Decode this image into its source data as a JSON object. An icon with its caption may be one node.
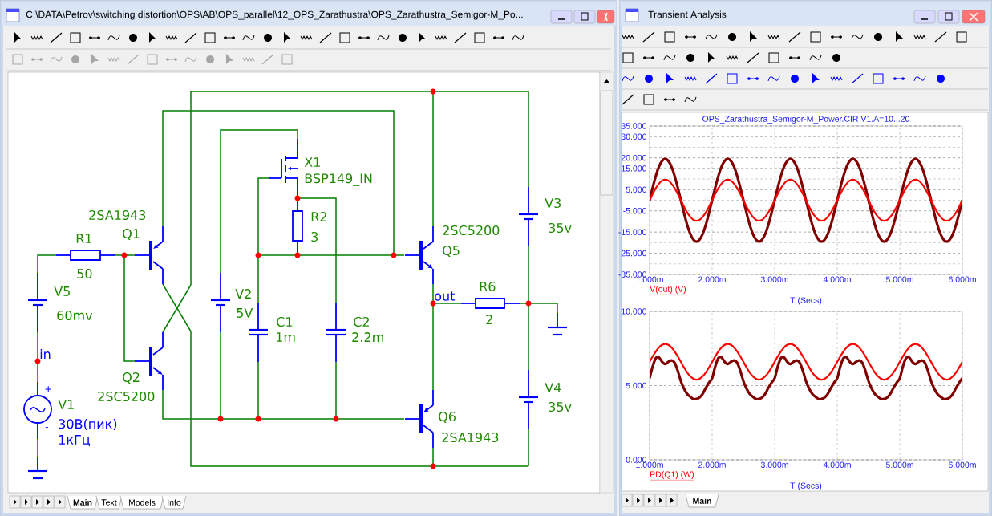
{
  "diagram": {
    "labels": [
      "C:\\DATA\\Petrov\\switching distortion\\OPS\\AB\\OPS_parallel\\12_OPS_Zarathustra\\OPS_Zarathustra_Semigor-M_Po...",
      "Transient Analysis",
      "R1",
      "50",
      "V5",
      "60mv",
      "in",
      "+",
      "V1",
      "-",
      "30В(пик)",
      "1кГц",
      "2SA1943",
      "Q1",
      "Q2",
      "2SC5200",
      "V2",
      "5V",
      "C1",
      "1m",
      "X1",
      "BSP149_IN",
      "R2",
      "3",
      "C2",
      "2.2m",
      "2SC5200",
      "Q5",
      "out",
      "R6",
      "2",
      "V3",
      "35v",
      "V4",
      "35v",
      "Q6",
      "2SA1943",
      "Main",
      "Text",
      "Models",
      "Info",
      "Main",
      "V(out) (V)",
      "PD(Q1) (W)"
    ],
    "chart_data": [
      {
        "type": "line",
        "title": "OPS_Zarathustra_Semigor-M_Power.CIR V1.A=10...20",
        "xlabel": "T (Secs)",
        "x": [
          1,
          1.05,
          1.1,
          1.15,
          1.2,
          1.25,
          1.3,
          1.35,
          1.4,
          1.45,
          1.5,
          1.55,
          1.6,
          1.65,
          1.7,
          1.75,
          1.8,
          1.85,
          1.9,
          1.95,
          2,
          2.05,
          2.1,
          2.15,
          2.2,
          2.25,
          2.3,
          2.35,
          2.4,
          2.45,
          2.5,
          2.55,
          2.6,
          2.65,
          2.7,
          2.75,
          2.8,
          2.85,
          2.9,
          2.95,
          3,
          3.05,
          3.1,
          3.15,
          3.2,
          3.25,
          3.3,
          3.35,
          3.4,
          3.45,
          3.5,
          3.55,
          3.6,
          3.65,
          3.7,
          3.75,
          3.8,
          3.85,
          3.9,
          3.95,
          4,
          4.05,
          4.1,
          4.15,
          4.2,
          4.25,
          4.3,
          4.35,
          4.4,
          4.45,
          4.5,
          4.55,
          4.6,
          4.65,
          4.7,
          4.75,
          4.8,
          4.85,
          4.9,
          4.95,
          5,
          5.05,
          5.1,
          5.15,
          5.2,
          5.25,
          5.3,
          5.35,
          5.4,
          5.45,
          5.5,
          5.55,
          5.6,
          5.65,
          5.7,
          5.75,
          5.8,
          5.85,
          5.9,
          5.95,
          6
        ],
        "series": [
          {
            "color": "#800000",
            "values": [
              0,
              6,
              11.5,
              15.8,
              18.5,
              19.5,
              18.5,
              15.8,
              11.5,
              6,
              0,
              -6,
              -11.5,
              -15.8,
              -18.5,
              -19.5,
              -18.5,
              -15.8,
              -11.5,
              -6,
              0,
              6,
              11.5,
              15.8,
              18.5,
              19.5,
              18.5,
              15.8,
              11.5,
              6,
              0,
              -6,
              -11.5,
              -15.8,
              -18.5,
              -19.5,
              -18.5,
              -15.8,
              -11.5,
              -6,
              0,
              6,
              11.5,
              15.8,
              18.5,
              19.5,
              18.5,
              15.8,
              11.5,
              6,
              0,
              -6,
              -11.5,
              -15.8,
              -18.5,
              -19.5,
              -18.5,
              -15.8,
              -11.5,
              -6,
              0,
              6,
              11.5,
              15.8,
              18.5,
              19.5,
              18.5,
              15.8,
              11.5,
              6,
              0,
              -6,
              -11.5,
              -15.8,
              -18.5,
              -19.5,
              -18.5,
              -15.8,
              -11.5,
              -6,
              0,
              6,
              11.5,
              15.8,
              18.5,
              19.5,
              18.5,
              15.8,
              11.5,
              6,
              0,
              -6,
              -11.5,
              -15.8,
              -18.5,
              -19.5,
              -18.5,
              -15.8,
              -11.5,
              -6,
              0
            ]
          },
          {
            "color": "#ff0000",
            "values": [
              0,
              3,
              5.7,
              7.8,
              9.2,
              9.7,
              9.2,
              7.8,
              5.7,
              3,
              0,
              -3,
              -5.7,
              -7.8,
              -9.2,
              -9.7,
              -9.2,
              -7.8,
              -5.7,
              -3,
              0,
              3,
              5.7,
              7.8,
              9.2,
              9.7,
              9.2,
              7.8,
              5.7,
              3,
              0,
              -3,
              -5.7,
              -7.8,
              -9.2,
              -9.7,
              -9.2,
              -7.8,
              -5.7,
              -3,
              0,
              3,
              5.7,
              7.8,
              9.2,
              9.7,
              9.2,
              7.8,
              5.7,
              3,
              0,
              -3,
              -5.7,
              -7.8,
              -9.2,
              -9.7,
              -9.2,
              -7.8,
              -5.7,
              -3,
              0,
              3,
              5.7,
              7.8,
              9.2,
              9.7,
              9.2,
              7.8,
              5.7,
              3,
              0,
              -3,
              -5.7,
              -7.8,
              -9.2,
              -9.7,
              -9.2,
              -7.8,
              -5.7,
              -3,
              0,
              3,
              5.7,
              7.8,
              9.2,
              9.7,
              9.2,
              7.8,
              5.7,
              3,
              0,
              -3,
              -5.7,
              -7.8,
              -9.2,
              -9.7,
              -9.2,
              -7.8,
              -5.7,
              -3,
              0
            ]
          }
        ],
        "xlim": [
          1,
          6
        ],
        "ylim": [
          -35,
          35
        ],
        "grid": true,
        "xticks": [
          {
            "value": 1,
            "label": "1.000m"
          },
          {
            "value": 2,
            "label": "2.000m"
          },
          {
            "value": 3,
            "label": "3.000m"
          },
          {
            "value": 4,
            "label": "4.000m"
          },
          {
            "value": 5,
            "label": "5.000m"
          },
          {
            "value": 6,
            "label": "6.000m"
          }
        ],
        "yticks": [
          {
            "value": 35,
            "label": "35.000"
          },
          {
            "value": 30,
            "label": "30.000"
          },
          {
            "value": 20,
            "label": "20.000"
          },
          {
            "value": 15,
            "label": "15.000"
          },
          {
            "value": 5,
            "label": "5.000"
          },
          {
            "value": -5,
            "label": "-5.000"
          },
          {
            "value": -15,
            "label": "-15.000"
          },
          {
            "value": -25,
            "label": "-25.000"
          },
          {
            "value": -35,
            "label": "-35.000"
          }
        ]
      },
      {
        "type": "line",
        "xlabel": "T (Secs)",
        "x": [
          1,
          1.05,
          1.1,
          1.15,
          1.2,
          1.25,
          1.3,
          1.35,
          1.4,
          1.45,
          1.5,
          1.55,
          1.6,
          1.65,
          1.7,
          1.75,
          1.8,
          1.85,
          1.9,
          1.95,
          2,
          2.05,
          2.1,
          2.15,
          2.2,
          2.25,
          2.3,
          2.35,
          2.4,
          2.45,
          2.5,
          2.55,
          2.6,
          2.65,
          2.7,
          2.75,
          2.8,
          2.85,
          2.9,
          2.95,
          3,
          3.05,
          3.1,
          3.15,
          3.2,
          3.25,
          3.3,
          3.35,
          3.4,
          3.45,
          3.5,
          3.55,
          3.6,
          3.65,
          3.7,
          3.75,
          3.8,
          3.85,
          3.9,
          3.95,
          4,
          4.05,
          4.1,
          4.15,
          4.2,
          4.25,
          4.3,
          4.35,
          4.4,
          4.45,
          4.5,
          4.55,
          4.6,
          4.65,
          4.7,
          4.75,
          4.8,
          4.85,
          4.9,
          4.95,
          5,
          5.05,
          5.1,
          5.15,
          5.2,
          5.25,
          5.3,
          5.35,
          5.4,
          5.45,
          5.5,
          5.55,
          5.6,
          5.65,
          5.7,
          5.75,
          5.8,
          5.85,
          5.9,
          5.95,
          6
        ],
        "series": [
          {
            "color": "#800000",
            "values": [
              5.5,
              6.3,
              6.85,
              6.9,
              6.6,
              6.45,
              6.6,
              6.7,
              6.55,
              6.0,
              5.3,
              4.8,
              4.45,
              4.25,
              4.1,
              4.1,
              4.2,
              4.45,
              4.85,
              5.2,
              5.5,
              6.3,
              6.85,
              6.9,
              6.6,
              6.45,
              6.6,
              6.7,
              6.55,
              6.0,
              5.3,
              4.8,
              4.45,
              4.25,
              4.1,
              4.1,
              4.2,
              4.45,
              4.85,
              5.2,
              5.5,
              6.3,
              6.85,
              6.9,
              6.6,
              6.45,
              6.6,
              6.7,
              6.55,
              6.0,
              5.3,
              4.8,
              4.45,
              4.25,
              4.1,
              4.1,
              4.2,
              4.45,
              4.85,
              5.2,
              5.5,
              6.3,
              6.85,
              6.9,
              6.6,
              6.45,
              6.6,
              6.7,
              6.55,
              6.0,
              5.3,
              4.8,
              4.45,
              4.25,
              4.1,
              4.1,
              4.2,
              4.45,
              4.85,
              5.2,
              5.5,
              6.3,
              6.85,
              6.9,
              6.6,
              6.45,
              6.6,
              6.7,
              6.55,
              6.0,
              5.3,
              4.8,
              4.45,
              4.25,
              4.1,
              4.1,
              4.2,
              4.45,
              4.85,
              5.2,
              5.5
            ]
          },
          {
            "color": "#ff0000",
            "values": [
              6.6,
              6.97,
              7.31,
              7.57,
              7.74,
              7.8,
              7.74,
              7.57,
              7.31,
              6.97,
              6.6,
              6.23,
              5.89,
              5.63,
              5.46,
              5.4,
              5.46,
              5.63,
              5.89,
              6.23,
              6.6,
              6.97,
              7.31,
              7.57,
              7.74,
              7.8,
              7.74,
              7.57,
              7.31,
              6.97,
              6.6,
              6.23,
              5.89,
              5.63,
              5.46,
              5.4,
              5.46,
              5.63,
              5.89,
              6.23,
              6.6,
              6.97,
              7.31,
              7.57,
              7.74,
              7.8,
              7.74,
              7.57,
              7.31,
              6.97,
              6.6,
              6.23,
              5.89,
              5.63,
              5.46,
              5.4,
              5.46,
              5.63,
              5.89,
              6.23,
              6.6,
              6.97,
              7.31,
              7.57,
              7.74,
              7.8,
              7.74,
              7.57,
              7.31,
              6.97,
              6.6,
              6.23,
              5.89,
              5.63,
              5.46,
              5.4,
              5.46,
              5.63,
              5.89,
              6.23,
              6.6,
              6.97,
              7.31,
              7.57,
              7.74,
              7.8,
              7.74,
              7.57,
              7.31,
              6.97,
              6.6,
              6.23,
              5.89,
              5.63,
              5.46,
              5.4,
              5.46,
              5.63,
              5.89,
              6.23,
              6.6
            ]
          }
        ],
        "xlim": [
          1,
          6
        ],
        "ylim": [
          0,
          10
        ],
        "grid": true,
        "xticks": [
          {
            "value": 1,
            "label": "1.000m"
          },
          {
            "value": 2,
            "label": "2.000m"
          },
          {
            "value": 3,
            "label": "3.000m"
          },
          {
            "value": 4,
            "label": "4.000m"
          },
          {
            "value": 5,
            "label": "5.000m"
          },
          {
            "value": 6,
            "label": "6.000m"
          }
        ],
        "yticks": [
          {
            "value": 10,
            "label": "10.000"
          },
          {
            "value": 5,
            "label": "5.000"
          },
          {
            "value": 0,
            "label": "0.000"
          }
        ]
      }
    ]
  }
}
